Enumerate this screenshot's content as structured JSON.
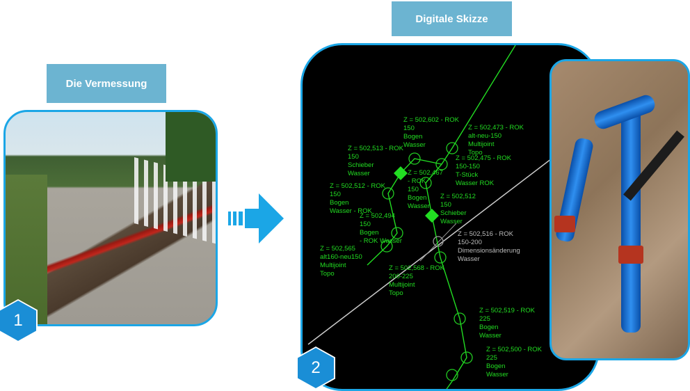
{
  "step1": {
    "title": "Die Vermessung",
    "badge": "1"
  },
  "step2": {
    "title": "Digitale Skizze",
    "badge": "2"
  },
  "colors": {
    "frame": "#1ba6e6",
    "label_bg": "#6cb4d1",
    "sketch_line": "#22dd22",
    "sketch_gray": "#bbbbbb"
  },
  "sketch_labels": [
    {
      "lines": [
        "Z = 502,602 - ROK",
        "150",
        "Bogen",
        "Wasser"
      ],
      "color": "green"
    },
    {
      "lines": [
        "Z = 502,473 - ROK",
        "alt-neu-150",
        "Multijoint",
        "Topo"
      ],
      "color": "green"
    },
    {
      "lines": [
        "Z = 502,513 - ROK",
        "150",
        "Schieber",
        "Wasser"
      ],
      "color": "green"
    },
    {
      "lines": [
        "Z = 502,475 - ROK",
        "150-150",
        "T-Stück",
        "Wasser ROK"
      ],
      "color": "green"
    },
    {
      "lines": [
        "Z = 502,467",
        "- ROK",
        "150",
        "Bogen",
        "Wasser"
      ],
      "color": "green"
    },
    {
      "lines": [
        "Z = 502,512 - ROK",
        "150",
        "Bogen",
        "Wasser      - ROK"
      ],
      "color": "green"
    },
    {
      "lines": [
        "Z = 502,494",
        "150",
        "Bogen",
        "- ROK Wasser"
      ],
      "color": "green"
    },
    {
      "lines": [
        "Z = 502,512",
        "150",
        "Schieber",
        "Wasser"
      ],
      "color": "green"
    },
    {
      "lines": [
        "Z = 502,516      - ROK",
        "150-200",
        "Dimensionsänderung",
        "Wasser"
      ],
      "color": "gray"
    },
    {
      "lines": [
        "Z = 502,565",
        "alt160-neu150",
        "Multijoint",
        "Topo"
      ],
      "color": "green"
    },
    {
      "lines": [
        "Z = 502,568 - ROK",
        "200-225",
        "Multijoint",
        "Topo"
      ],
      "color": "green"
    },
    {
      "lines": [
        "Z = 502,519      - ROK",
        "225",
        "Bogen",
        "Wasser"
      ],
      "color": "green"
    },
    {
      "lines": [
        "Z = 502,500      - ROK",
        "225",
        "Bogen",
        "Wasser"
      ],
      "color": "green"
    }
  ]
}
